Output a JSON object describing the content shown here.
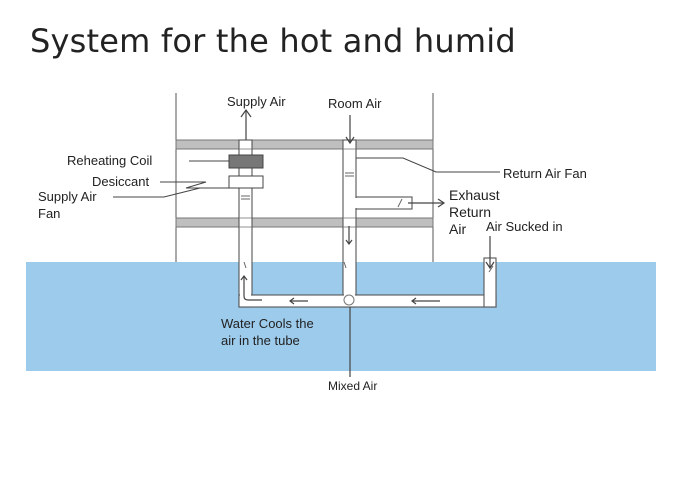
{
  "title": "System for the hot and humid",
  "labels": {
    "supply_air": "Supply Air",
    "room_air": "Room Air",
    "reheating_coil": "Reheating Coil",
    "desiccant": "Desiccant",
    "supply_air_fan_line1": "Supply Air",
    "supply_air_fan_line2": "Fan",
    "return_air_fan": "Return Air Fan",
    "exhaust_line1": "Exhaust",
    "exhaust_line2": "Return",
    "exhaust_line3": "Air",
    "air_sucked_in": "Air Sucked in",
    "water_cools_line1": "Water Cools the",
    "water_cools_line2": "air in the tube",
    "mixed_air": "Mixed Air"
  },
  "colors": {
    "water": "#9dcbec",
    "slab": "#bfbfbf",
    "line": "#555555",
    "coil": "#777777",
    "text": "#222222"
  }
}
